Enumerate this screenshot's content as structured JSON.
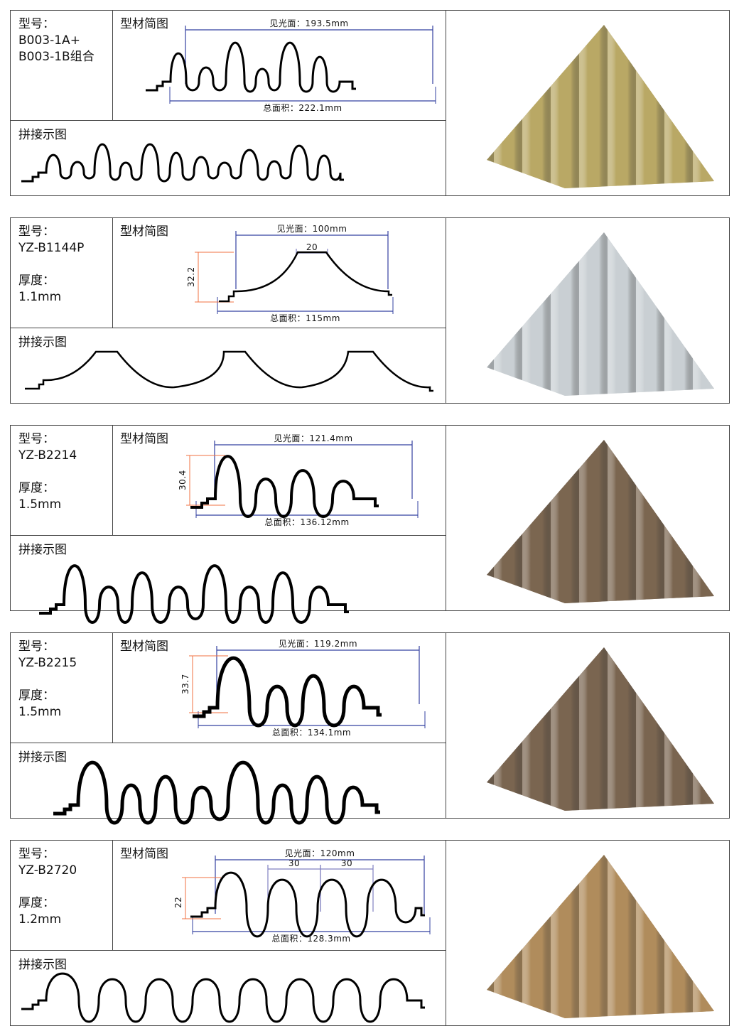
{
  "labels": {
    "model": "型号：",
    "thickness": "厚度：",
    "profile": "型材简图",
    "splice": "拼接示图"
  },
  "products": [
    {
      "model": "B003-1A+\nB003-1B组合",
      "visible": "见光面：193.5mm",
      "total": "总面积：222.1mm",
      "color": "#b9a865"
    },
    {
      "model": "YZ-B1144P",
      "thickness": "1.1mm",
      "visible": "见光面：100mm",
      "top_width": "20",
      "height": "32.2",
      "total": "总面积：115mm",
      "color": "#c9cfd3"
    },
    {
      "model": "YZ-B2214",
      "thickness": "1.5mm",
      "visible": "见光面：121.4mm",
      "height": "30.4",
      "total": "总面积：136.12mm",
      "color": "#7b6650"
    },
    {
      "model": "YZ-B2215",
      "thickness": "1.5mm",
      "visible": "见光面：119.2mm",
      "height": "33.7",
      "total": "总面积：134.1mm",
      "color": "#7a6550"
    },
    {
      "model": "YZ-B2720",
      "thickness": "1.2mm",
      "visible": "见光面：120mm",
      "pitch1": "30",
      "pitch2": "30",
      "height": "22",
      "total": "总面积：128.3mm",
      "color": "#b08c5c"
    }
  ]
}
